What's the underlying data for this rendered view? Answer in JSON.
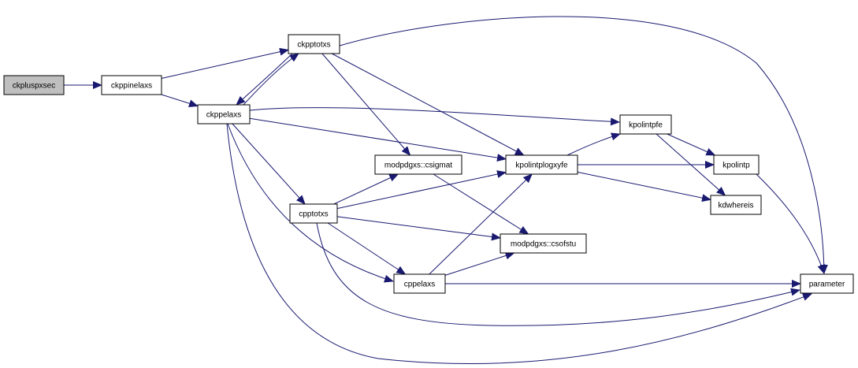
{
  "graph": {
    "edge_color": "#191970",
    "root_fill": "#bfbfbf",
    "nodes": [
      {
        "id": "ckpluspxsec",
        "label": "ckpluspxsec",
        "root": true
      },
      {
        "id": "ckppinelaxs",
        "label": "ckppinelaxs"
      },
      {
        "id": "ckpptotxs",
        "label": "ckpptotxs"
      },
      {
        "id": "ckppelaxs",
        "label": "ckppelaxs"
      },
      {
        "id": "modpdgxs_csigmat",
        "label": "modpdgxs::csigmat"
      },
      {
        "id": "kpolintplogxyfe",
        "label": "kpolintplogxyfe"
      },
      {
        "id": "kpolintpfe",
        "label": "kpolintpfe"
      },
      {
        "id": "kpolintp",
        "label": "kpolintp"
      },
      {
        "id": "kdwhereis",
        "label": "kdwhereis"
      },
      {
        "id": "cpptotxs",
        "label": "cpptotxs"
      },
      {
        "id": "modpdgxs_csofstu",
        "label": "modpdgxs::csofstu"
      },
      {
        "id": "cppelaxs",
        "label": "cppelaxs"
      },
      {
        "id": "parameter",
        "label": "parameter"
      }
    ],
    "edges": [
      [
        "ckpluspxsec",
        "ckppinelaxs"
      ],
      [
        "ckppinelaxs",
        "ckpptotxs"
      ],
      [
        "ckppinelaxs",
        "ckppelaxs"
      ],
      [
        "ckpptotxs",
        "ckppelaxs"
      ],
      [
        "ckppelaxs",
        "ckpptotxs"
      ],
      [
        "ckpptotxs",
        "parameter"
      ],
      [
        "ckpptotxs",
        "modpdgxs_csigmat"
      ],
      [
        "ckpptotxs",
        "kpolintplogxyfe"
      ],
      [
        "ckppelaxs",
        "kpolintpfe"
      ],
      [
        "ckppelaxs",
        "kpolintplogxyfe"
      ],
      [
        "ckppelaxs",
        "cpptotxs"
      ],
      [
        "ckppelaxs",
        "cppelaxs"
      ],
      [
        "ckppelaxs",
        "parameter"
      ],
      [
        "kpolintplogxyfe",
        "kpolintpfe"
      ],
      [
        "kpolintplogxyfe",
        "kpolintp"
      ],
      [
        "kpolintplogxyfe",
        "kdwhereis"
      ],
      [
        "kpolintpfe",
        "kpolintp"
      ],
      [
        "kpolintpfe",
        "kdwhereis"
      ],
      [
        "kpolintp",
        "parameter"
      ],
      [
        "modpdgxs_csigmat",
        "modpdgxs_csofstu"
      ],
      [
        "cpptotxs",
        "modpdgxs_csigmat"
      ],
      [
        "cpptotxs",
        "kpolintplogxyfe"
      ],
      [
        "cpptotxs",
        "modpdgxs_csofstu"
      ],
      [
        "cpptotxs",
        "cppelaxs"
      ],
      [
        "cpptotxs",
        "parameter"
      ],
      [
        "cppelaxs",
        "kpolintplogxyfe"
      ],
      [
        "cppelaxs",
        "modpdgxs_csofstu"
      ],
      [
        "cppelaxs",
        "parameter"
      ]
    ]
  }
}
